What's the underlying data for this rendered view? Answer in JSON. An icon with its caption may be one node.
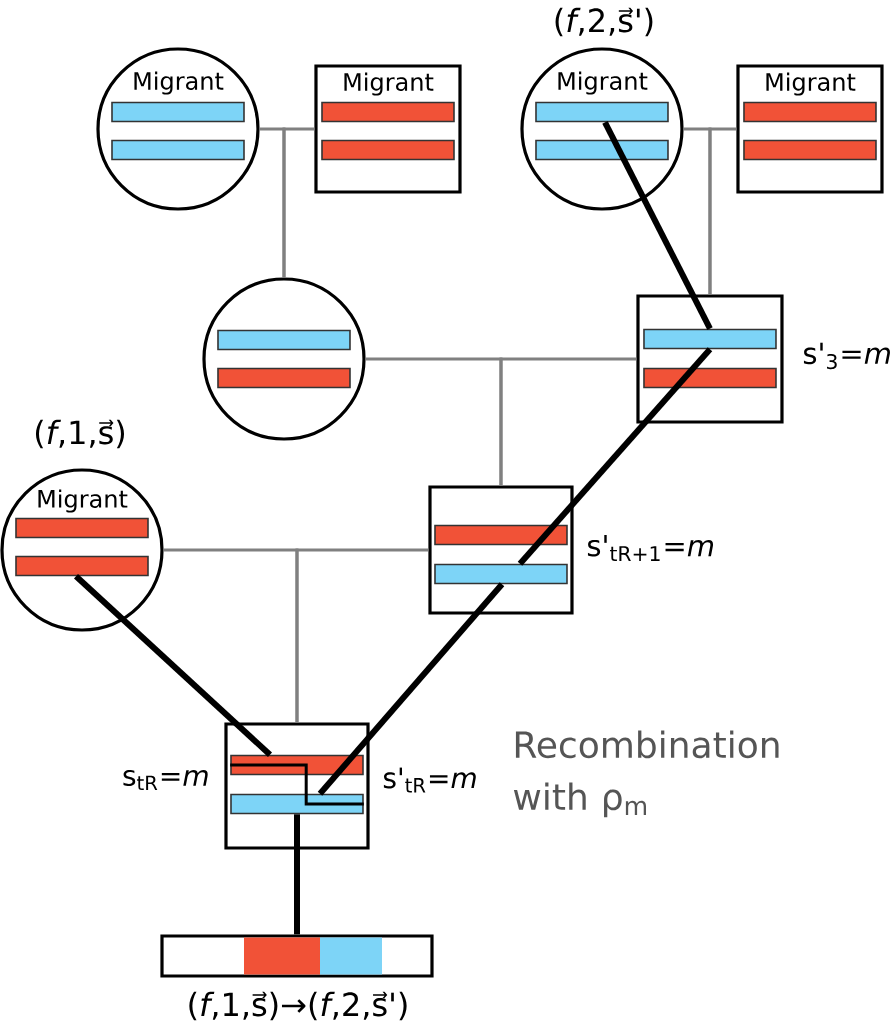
{
  "diagram": {
    "nodes": [
      {
        "text": [
          "Migrant"
        ]
      },
      {
        "text": [],
        "shape": "bar",
        "in": 0
      },
      {
        "text": [],
        "shape": "bar",
        "in": 0
      },
      {
        "text": [
          "Migrant"
        ]
      },
      {
        "text": [],
        "shape": "bar",
        "in": 3
      },
      {
        "text": [],
        "shape": "bar",
        "in": 3
      },
      {
        "text": [
          "Migrant"
        ],
        "beside": [
          "(*f*,2,s⃗')"
        ]
      },
      {
        "text": [],
        "shape": "bar",
        "in": 6
      },
      {
        "text": [],
        "shape": "bar",
        "in": 6
      },
      {
        "text": [
          "Migrant"
        ]
      },
      {
        "text": [],
        "shape": "bar",
        "in": 9
      },
      {
        "text": [],
        "shape": "bar",
        "in": 9
      },
      {
        "text": [],
        "shape": "circle"
      },
      {
        "text": [],
        "shape": "bar",
        "in": 12
      },
      {
        "text": [],
        "shape": "bar",
        "in": 12
      },
      {
        "text": [],
        "shape": "box",
        "beside": [
          "s'$_{3}$=*m*"
        ]
      },
      {
        "text": [],
        "shape": "bar",
        "in": 15
      },
      {
        "text": [],
        "shape": "bar",
        "in": 15
      },
      {
        "text": [
          "Migrant"
        ],
        "beside": [
          "(*f*,1,s⃗)"
        ]
      },
      {
        "text": [],
        "shape": "bar",
        "in": 18
      },
      {
        "text": [],
        "shape": "bar",
        "in": 18
      },
      {
        "text": [],
        "shape": "box",
        "beside": [
          "s'$_{tR+1}$=*m*"
        ]
      },
      {
        "text": [],
        "shape": "bar",
        "in": 21
      },
      {
        "text": [],
        "shape": "bar",
        "in": 21
      },
      {
        "text": [],
        "shape": "box",
        "beside": [
          "s$_{tR}$=*m*",
          "s'$_{tR}$=*m*"
        ]
      },
      {
        "text": [],
        "shape": "bar",
        "in": 24
      },
      {
        "text": [],
        "shape": "bar",
        "in": 24
      },
      {
        "text": [],
        "shape": "bar",
        "beside": [
          "(*f*,1,s⃗)→(*f*,2,s⃗')"
        ]
      }
    ],
    "edges": [
      {
        "from": 0,
        "to": 12,
        "arrow": "none"
      },
      {
        "from": 3,
        "to": 12,
        "arrow": "none"
      },
      {
        "from": 6,
        "to": 15,
        "arrow": "none"
      },
      {
        "from": 9,
        "to": 15,
        "arrow": "none"
      },
      {
        "from": 12,
        "to": 21,
        "arrow": "none"
      },
      {
        "from": 15,
        "to": 21,
        "arrow": "none"
      },
      {
        "from": 18,
        "to": 24,
        "arrow": "none"
      },
      {
        "from": 21,
        "to": 24,
        "arrow": "none"
      },
      {
        "from": 7,
        "to": 16,
        "arrow": "none",
        "style": "thick",
        "color": "#000000"
      },
      {
        "from": 16,
        "to": 23,
        "arrow": "none",
        "style": "thick",
        "color": "#000000"
      },
      {
        "from": 23,
        "to": 26,
        "arrow": "none",
        "style": "thick",
        "color": "#000000"
      },
      {
        "from": 20,
        "to": 25,
        "arrow": "none",
        "style": "thick",
        "color": "#000000"
      },
      {
        "from": 26,
        "to": 27,
        "arrow": "none",
        "style": "thick",
        "color": "#000000"
      },
      {
        "from": 25,
        "to": 26,
        "arrow": "none",
        "color": "#000000"
      }
    ],
    "labels": [
      "Recombination with ρ$_{m}$"
    ]
  }
}
